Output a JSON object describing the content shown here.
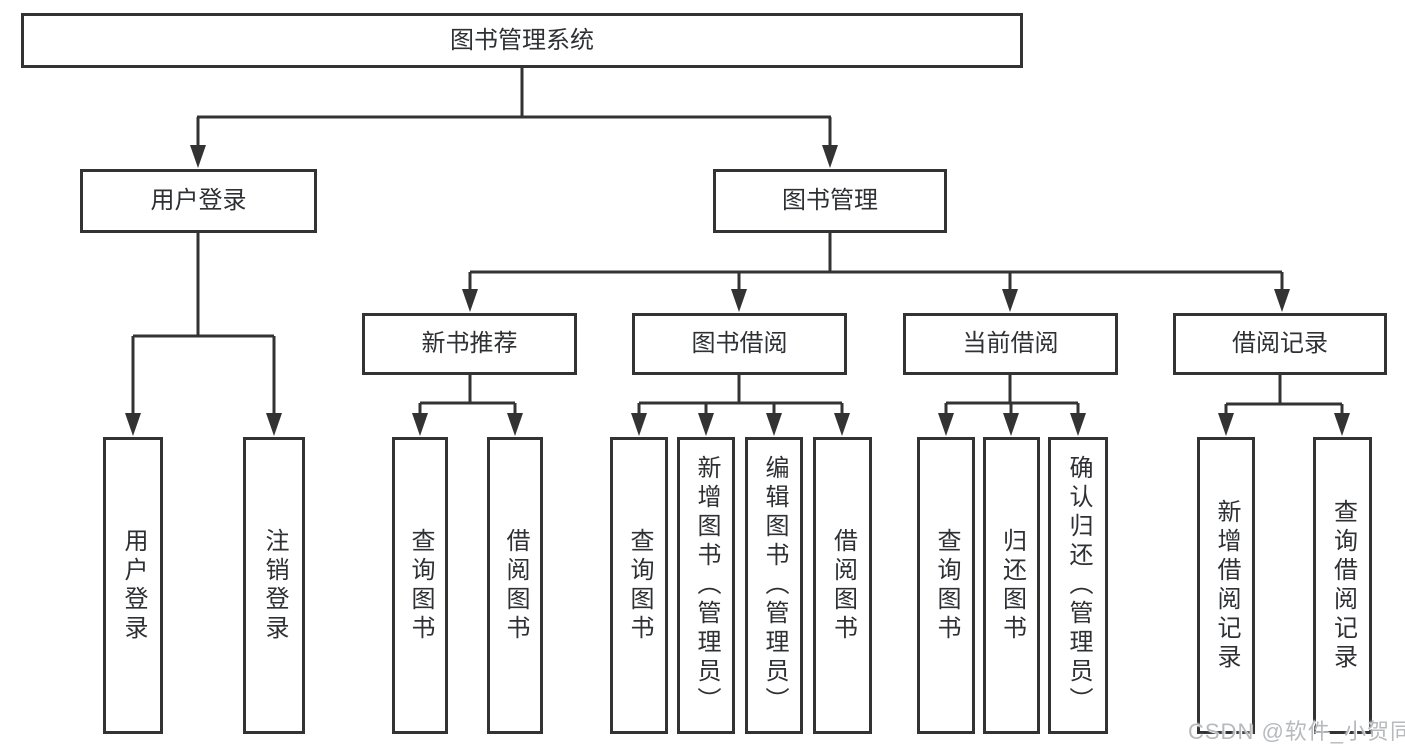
{
  "colors": {
    "background": "#ffffff",
    "line": "#333333",
    "node_border": "#333333",
    "node_fill": "#ffffff",
    "text": "#2e3033",
    "watermark": "#b7babd"
  },
  "diagram": {
    "root": "图书管理系统",
    "branches": [
      {
        "label": "用户登录",
        "children": [
          "用户登录",
          "注销登录"
        ]
      },
      {
        "label": "图书管理",
        "groups": [
          {
            "label": "新书推荐",
            "children": [
              "查询图书",
              "借阅图书"
            ]
          },
          {
            "label": "图书借阅",
            "children": [
              "查询图书",
              "新增图书（管理员）",
              "编辑图书（管理员）",
              "借阅图书"
            ]
          },
          {
            "label": "当前借阅",
            "children": [
              "查询图书",
              "归还图书",
              "确认归还（管理员）"
            ]
          },
          {
            "label": "借阅记录",
            "children": [
              "新增借阅记录",
              "查询借阅记录"
            ]
          }
        ]
      }
    ]
  },
  "watermark": {
    "text": "CSDN @软件_小贺同学"
  }
}
